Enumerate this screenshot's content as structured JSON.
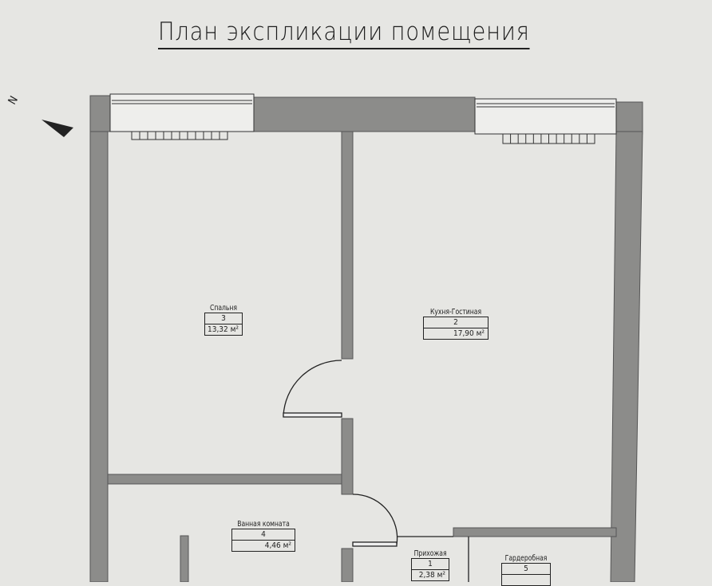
{
  "title": "План экспликации помещения",
  "north_label": "N",
  "colors": {
    "background": "#e6e6e3",
    "wall": "#8c8c8a",
    "line": "#222222"
  },
  "rooms": [
    {
      "name": "Спальня",
      "number": "3",
      "area": "13,32 м²"
    },
    {
      "name": "Кухня-Гостиная",
      "number": "2",
      "area": "17,90 м²"
    },
    {
      "name": "Ванная комната",
      "number": "4",
      "area": "4,46 м²"
    },
    {
      "name": "Прихожая",
      "number": "1",
      "area": "2,38 м²"
    },
    {
      "name": "Гардеробная",
      "number": "5"
    }
  ]
}
